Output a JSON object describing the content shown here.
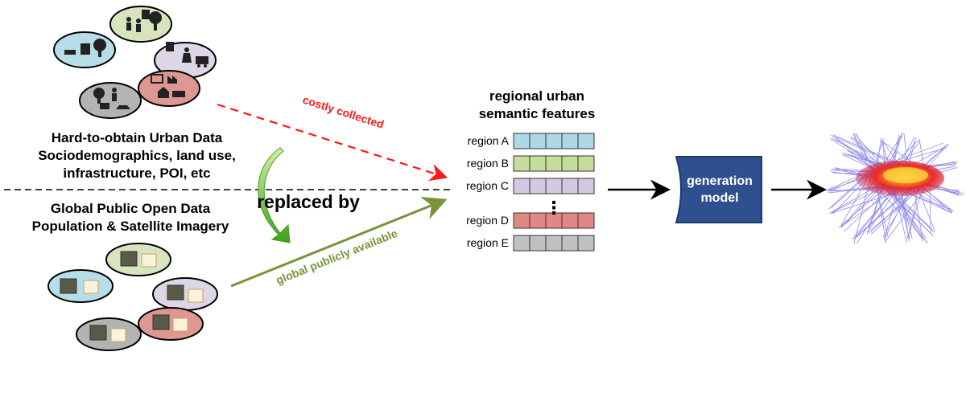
{
  "top_section": {
    "title": "Hard-to-obtain Urban Data",
    "line2": "Sociodemographics, land use,",
    "line3": "infrastructure, POI, etc"
  },
  "bottom_section": {
    "title": "Global Public Open Data",
    "line2": "Population & Satellite Imagery"
  },
  "replaced_by": "replaced by",
  "arrows": {
    "costly": "costly collected",
    "global": "global publicly available"
  },
  "features": {
    "title_line1": "regional urban",
    "title_line2": "semantic features",
    "regions": [
      {
        "label": "region A",
        "color": "#add8e6"
      },
      {
        "label": "region B",
        "color": "#c5dc9c"
      },
      {
        "label": "region C",
        "color": "#d3c9e3"
      },
      {
        "label": "region D",
        "color": "#e08883"
      },
      {
        "label": "region E",
        "color": "#c0c0c0"
      }
    ],
    "ellipsis": "⋮"
  },
  "model": {
    "line1": "generation",
    "line2": "model",
    "color": "#2f4f8f"
  },
  "colors": {
    "costly_arrow": "#ff1a1a",
    "global_arrow": "#77933c",
    "curve_arrow": "#7ac943"
  },
  "icons": [
    "people-icon",
    "building-icon",
    "tree-icon",
    "bus-icon",
    "factory-icon",
    "house-icon",
    "car-icon",
    "satellite-image-icon",
    "population-map-icon"
  ]
}
